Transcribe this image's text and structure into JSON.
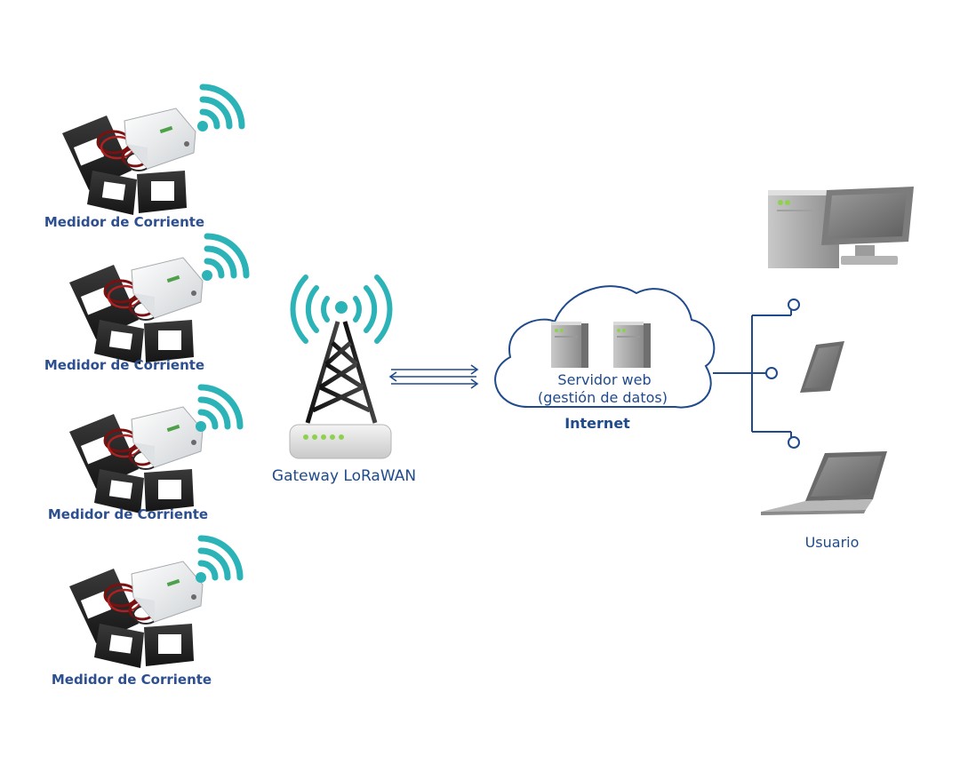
{
  "meters": [
    {
      "label": "Medidor de Corriente"
    },
    {
      "label": "Medidor de Corriente"
    },
    {
      "label": "Medidor de Corriente"
    },
    {
      "label": "Medidor de Corriente"
    }
  ],
  "gateway": {
    "label": "Gateway LoRaWAN"
  },
  "cloud": {
    "server_label_line1": "Servidor web",
    "server_label_line2": "(gestión de datos)",
    "internet_label": "Internet"
  },
  "user": {
    "label": "Usuario"
  },
  "colors": {
    "signal": "#2bb3b7",
    "label_blue": "#2d4f8f",
    "line_blue": "#1f4a8c",
    "led_green": "#8fd14f",
    "device_gray": "#8a8a8a"
  }
}
